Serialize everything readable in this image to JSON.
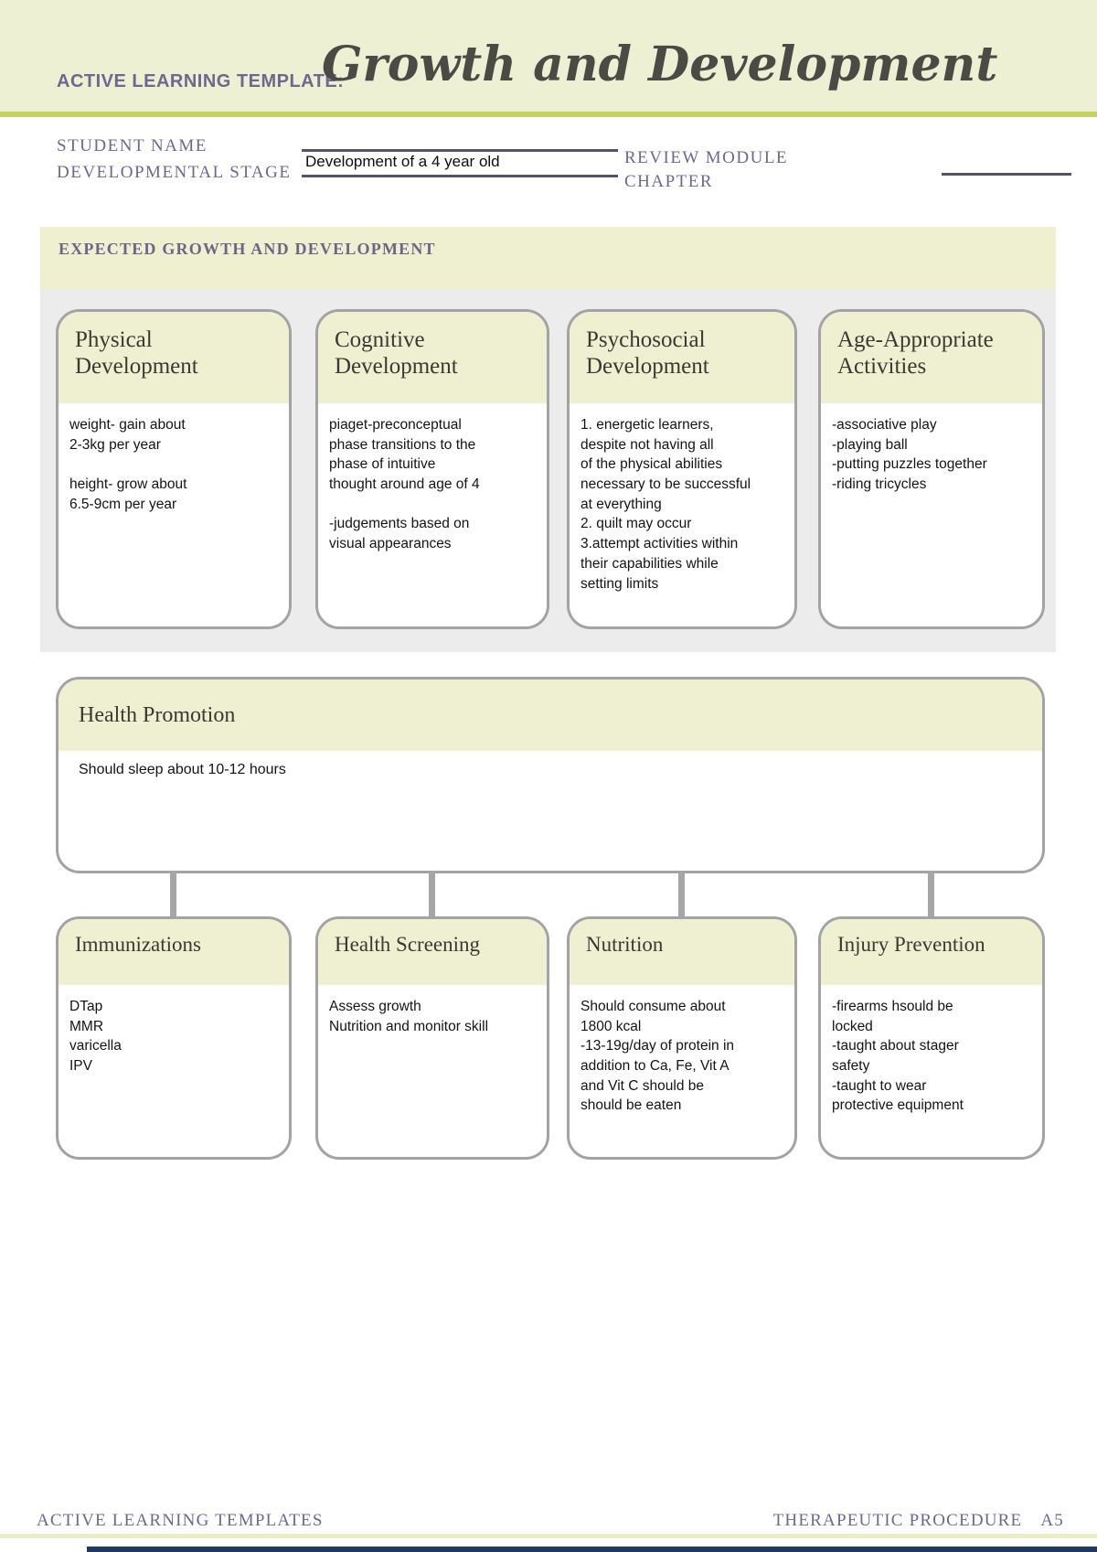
{
  "header": {
    "template_label": "ACTIVE LEARNING TEMPLATE:",
    "title": "Growth and Development"
  },
  "form": {
    "student_name": {
      "label": "STUDENT NAME",
      "value": ""
    },
    "developmental_stage": {
      "label": "DEVELOPMENTAL STAGE",
      "value": "Development of a 4 year old"
    },
    "review_module": {
      "label": "REVIEW MODULE\nCHAPTER",
      "value": ""
    }
  },
  "expected_section": {
    "title": "EXPECTED GROWTH AND DEVELOPMENT",
    "cards": [
      {
        "title": "Physical Development",
        "body": "weight- gain about\n2-3kg per year\n\nheight- grow about\n6.5-9cm per year"
      },
      {
        "title": "Cognitive Development",
        "body": "piaget-preconceptual\nphase transitions to the\nphase of intuitive\nthought around age of 4\n\n-judgements based on\nvisual appearances"
      },
      {
        "title": "Psychosocial Development",
        "body": "1. energetic learners,\ndespite not having all\nof the physical abilities\nnecessary to be successful\nat everything\n2. quilt may occur\n3.attempt activities within\ntheir capabilities while\nsetting limits"
      },
      {
        "title": "Age-Appropriate Activities",
        "body": "-associative play\n-playing ball\n-putting puzzles together\n-riding tricycles"
      }
    ]
  },
  "health_promotion": {
    "title": "Health Promotion",
    "body": "Should sleep about 10-12 hours"
  },
  "bottom_cards": [
    {
      "title": "Immunizations",
      "body": "DTap\nMMR\nvaricella\nIPV"
    },
    {
      "title": "Health Screening",
      "body": "Assess growth\nNutrition and monitor skill"
    },
    {
      "title": "Nutrition",
      "body": "Should consume about\n1800 kcal\n-13-19g/day of protein in\naddition to Ca, Fe, Vit A\nand Vit C should be\nshould be eaten"
    },
    {
      "title": "Injury Prevention",
      "body": "-firearms hsould be\nlocked\n-taught about stager\nsafety\n-taught to wear\nprotective equipment"
    }
  ],
  "footer": {
    "left": "ACTIVE LEARNING TEMPLATES",
    "right": "THERAPEUTIC PROCEDURE",
    "page_ref": "A5"
  },
  "colors": {
    "header_band": "#edf0d3",
    "accent_line": "#c7d25f",
    "label_purple": "#6e6890",
    "section_band": "#eff0cf",
    "panel_gray": "#ececec",
    "card_header_yellow": "#eef0d1",
    "card_border": "#a3a3a3",
    "underline_purple": "#57506e",
    "footer_rule_yellow": "#eaedc5",
    "footer_navy": "#1e3a63"
  }
}
